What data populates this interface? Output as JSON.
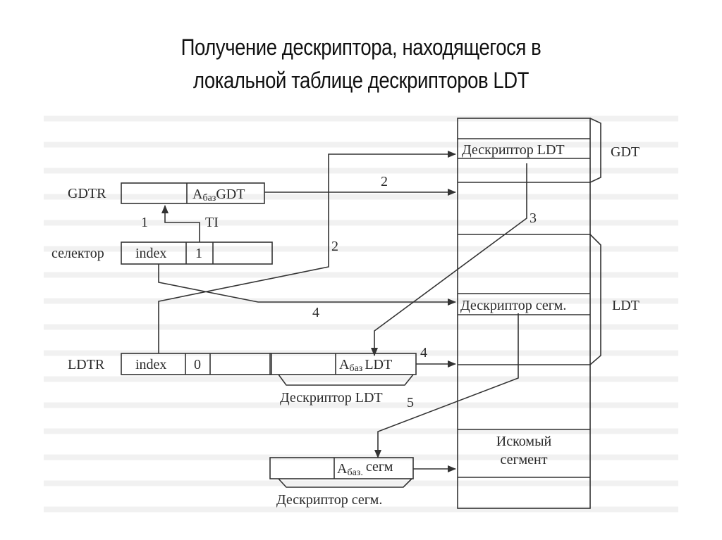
{
  "title": {
    "line1": "Получение дескриптора, находящегося в",
    "line2": "локальной  таблице дескрипторов LDT"
  },
  "registers": {
    "gdtr": {
      "label": "GDTR",
      "field": "Aбаз GDT",
      "field_main": "A",
      "field_sub": "баз",
      "field_tail": "GDT"
    },
    "selector": {
      "label": "селектор",
      "index": "index",
      "ti_value": "1"
    },
    "ldtr": {
      "label": "LDTR",
      "index": "index",
      "ti_value": "0"
    }
  },
  "labels": {
    "step1": "1",
    "ti": "TI",
    "step2a": "2",
    "step2b": "2",
    "step3": "3",
    "step4a": "4",
    "step4b": "4",
    "step5": "5"
  },
  "ldt_descriptor_cache": {
    "field_main": "A",
    "field_sub": "баз",
    "field_tail": "LDT",
    "caption": "Дескриптор LDT"
  },
  "seg_descriptor_cache": {
    "field_main": "A",
    "field_sub": "баз.",
    "field_tail": "сегм",
    "caption": "Дескриптор сегм."
  },
  "memory": {
    "gdt_entry": "Дескриптор LDT",
    "gdt_label": "GDT",
    "ldt_entry": "Дескриптор сегм.",
    "ldt_label": "LDT",
    "target_line1": "Искомый",
    "target_line2": "сегмент"
  }
}
